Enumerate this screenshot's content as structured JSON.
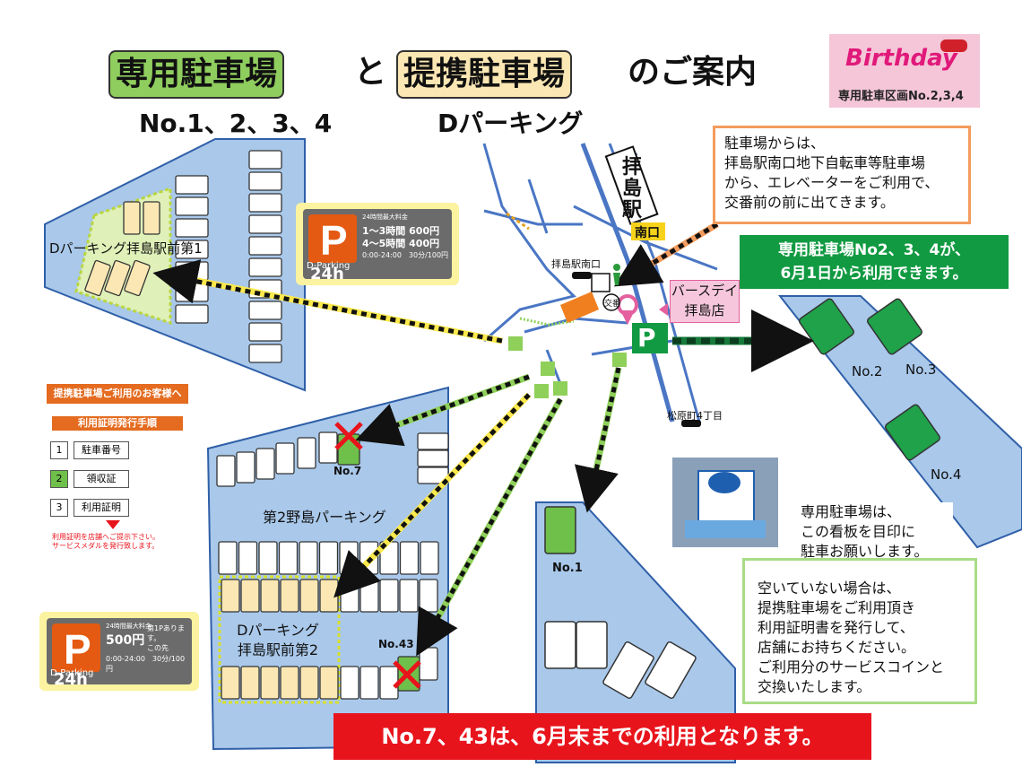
{
  "title": {
    "part1": "専用駐車場",
    "part2": "と",
    "part3": "提携駐車場",
    "part4": "のご案内",
    "sub1": "No.1、2、3、4",
    "sub2": "Dパーキング"
  },
  "logo": {
    "name": "Birthday",
    "tagline": "専用駐車区画No.2,3,4"
  },
  "map_labels": {
    "station": "拝島駅",
    "south_exit": "南口",
    "station_south": "拝島駅南口",
    "koban": "交番",
    "store": "バースデイ\n拝島店",
    "intersection": "松原町4丁目",
    "lot_d1": "Dパーキング拝島駅前第1",
    "lot_nojima": "第2野島パーキング",
    "lot_d2": "Dパーキング\n拝島駅前第2",
    "no1": "No.1",
    "no2": "No.2",
    "no3": "No.3",
    "no4": "No.4",
    "no7": "No.7",
    "no43": "No.43",
    "parking_p": "P"
  },
  "notes": {
    "elevator": "駐車場からは、\n拝島駅南口地下自転車等駐車場\nから、エレベーターをご利用で、\n交番前の前に出てきます。",
    "signboard": "専用駐車場は、\nこの看板を目印に\n駐車お願いします。",
    "full": "空いていない場合は、\n提携駐車場をご利用頂き\n利用証明書を発行して、\n店舗にお持ちください。\nご利用分のサービスコインと\n交換いたします。"
  },
  "banners": {
    "june": "専用駐車場No2、3、4が、\n6月1日から利用できます。",
    "bottom": "No.7、43は、6月末までの利用となります。"
  },
  "sign1": {
    "brand": "D-Parking",
    "h24": "24h",
    "line1": "24時間最大料金",
    "line2": "1～3時間 600円",
    "line3": "4～5時間 400円",
    "rate": "0:00-24:00　30分/100円"
  },
  "sign2": {
    "brand": "D-Parking",
    "h24": "24h",
    "line1": "24時間最大料金",
    "price": "500円",
    "extra": "第1Pあります。\nこの先",
    "rate": "0:00-24:00　30分/100円"
  },
  "guide": {
    "header": "提携駐車場ご利用のお客様へ",
    "title": "利用証明発行手順",
    "steps": [
      {
        "num": "1",
        "label": "駐車番号"
      },
      {
        "num": "2",
        "label": "領収証"
      },
      {
        "num": "3",
        "label": "利用証明"
      }
    ],
    "footer": "利用証明を店舗へご提示下さい。\nサービスメダルを発行致します。"
  },
  "colors": {
    "lot_blue": "#a9c8ea",
    "road_blue": "#4a76c4",
    "dedicated_green": "#6fc04a",
    "partner_yellow": "#fbe7b3",
    "banner_green": "#129a42",
    "banner_red": "#e8141c",
    "store_pink": "#e4609e",
    "note_orange": "#f39c5d",
    "note_green": "#a8dc86"
  }
}
